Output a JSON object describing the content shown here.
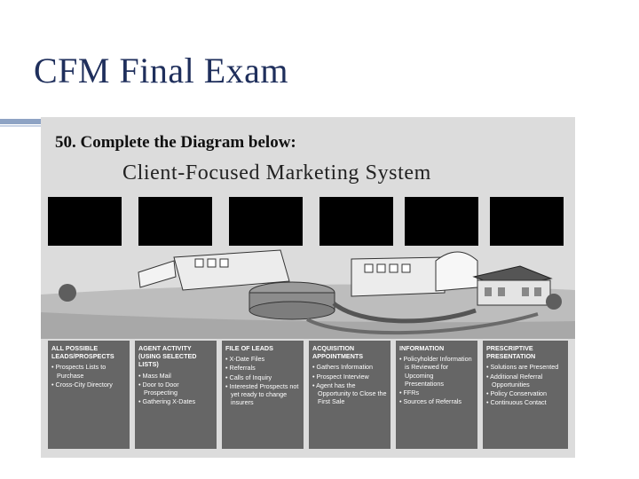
{
  "slide": {
    "title": "CFM Final Exam"
  },
  "question": {
    "prompt": "50.  Complete the Diagram below:"
  },
  "diagram": {
    "title": "Client-Focused Marketing System",
    "blank_boxes": 6,
    "columns": [
      {
        "heading": "All Possible Leads/Prospects",
        "items": [
          "Prospects Lists to Purchase",
          "Cross-City Directory"
        ]
      },
      {
        "heading": "Agent Activity (Using Selected Lists)",
        "items": [
          "Mass Mail",
          "Door to Door Prospecting",
          "Gathering X-Dates"
        ]
      },
      {
        "heading": "File of Leads",
        "items": [
          "X-Date Files",
          "Referrals",
          "Calls of Inquiry",
          "Interested Prospects not yet ready to change insurers"
        ]
      },
      {
        "heading": "Acquisition Appointments",
        "items": [
          "Gathers Information",
          "Prospect Interview",
          "Agent has the Opportunity to Close the First Sale"
        ]
      },
      {
        "heading": "Information",
        "items": [
          "Policyholder Information is Reviewed for Upcoming Presentations",
          "FFRs",
          "Sources of Referrals"
        ]
      },
      {
        "heading": "Prescriptive Presentation",
        "items": [
          "Solutions are Presented",
          "Additional Referral Opportunities",
          "Policy Conservation",
          "Continuous Contact"
        ]
      }
    ]
  }
}
